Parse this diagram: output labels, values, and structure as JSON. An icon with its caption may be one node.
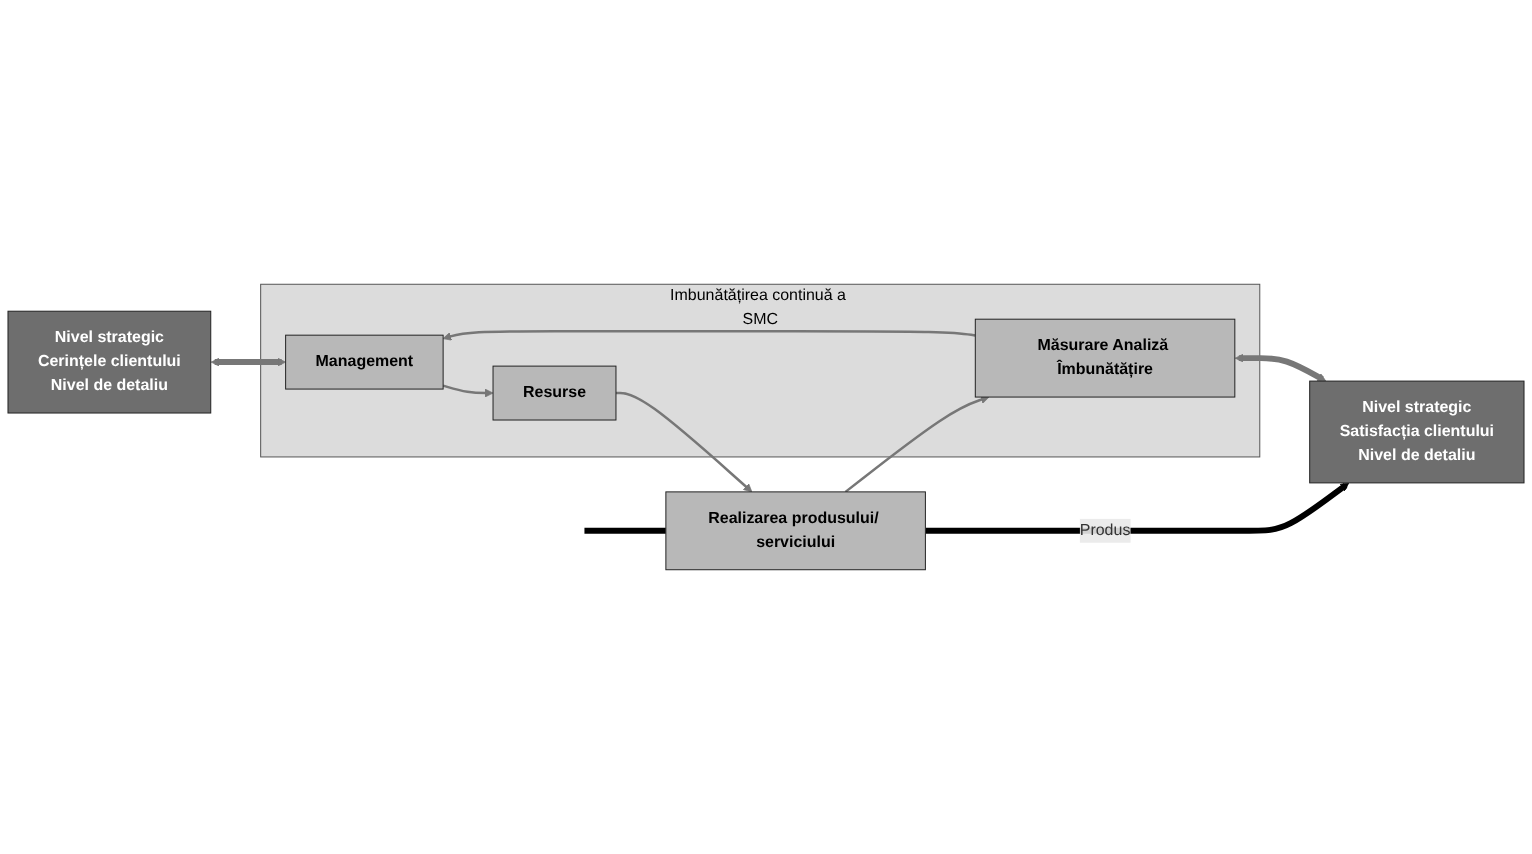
{
  "diagram": {
    "nodes": [
      {
        "text": [
          "Nivel strategic",
          "Cerințele clientului",
          "Nivel de detaliu"
        ]
      },
      {
        "text": [
          "Imbunătățirea continuă a SMC"
        ]
      },
      {
        "text": [
          "Management"
        ],
        "in": 1
      },
      {
        "text": [
          "Resurse"
        ],
        "in": 1
      },
      {
        "text": [
          "Măsurare Analiză Îmbunătățire"
        ],
        "in": 1
      },
      {
        "text": [
          "Realizarea produsului/ serviciului"
        ]
      },
      {
        "text": [
          "Nivel strategic",
          "Satisfacția clientului",
          "Nivel de detaliu"
        ]
      }
    ],
    "edges": [
      {
        "from": 0,
        "to": 2,
        "arrow": "both",
        "style": "thick"
      },
      {
        "from": 2,
        "to": 3,
        "arrow": "to"
      },
      {
        "from": 3,
        "to": 5,
        "arrow": "to"
      },
      {
        "from": 5,
        "to": 4,
        "arrow": "to"
      },
      {
        "from": 4,
        "to": 2,
        "arrow": "to"
      },
      {
        "from": 4,
        "to": 6,
        "arrow": "both",
        "style": "thick"
      },
      {
        "from": null,
        "to": 5,
        "arrow": "none",
        "style": "thick",
        "color": "#000000"
      },
      {
        "from": 5,
        "to": 6,
        "label": "Produs",
        "arrow": "to",
        "style": "thick",
        "color": "#000000"
      }
    ]
  }
}
